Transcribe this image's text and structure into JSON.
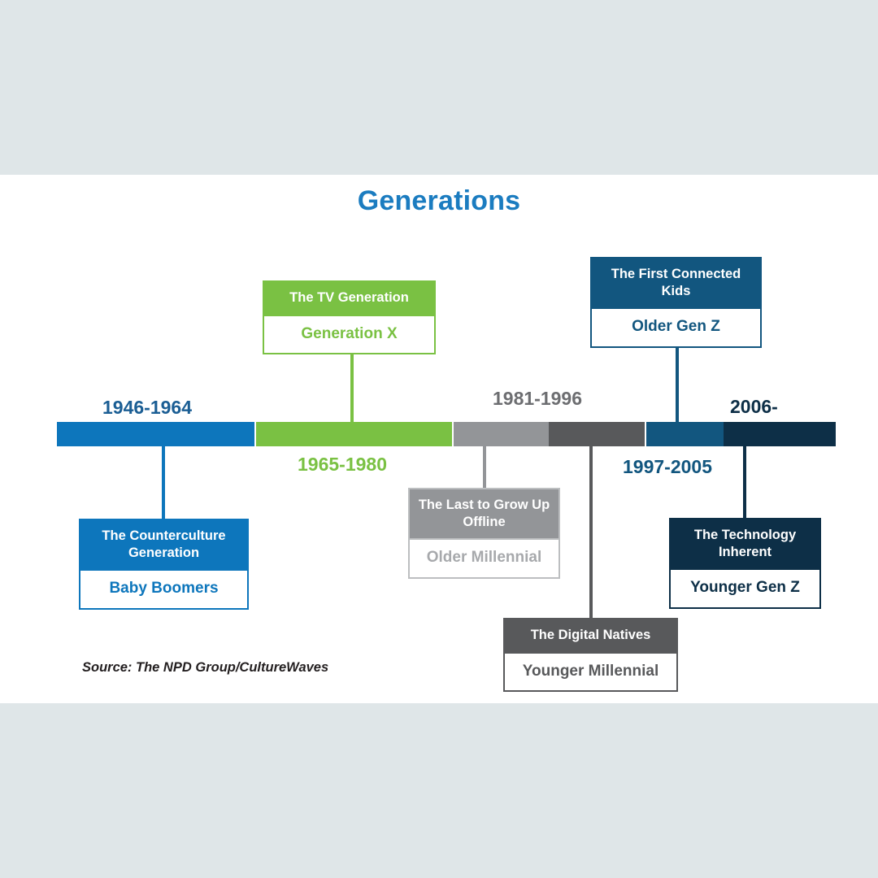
{
  "page": {
    "background_color": "#dfe6e8",
    "panel_color": "#ffffff"
  },
  "header": {
    "title": "Generations",
    "title_color": "#1b7cc0"
  },
  "footer": {
    "source": "Source: The NPD Group/CultureWaves"
  },
  "chart_data": {
    "type": "timeline",
    "title": "Generations",
    "xlabel": "",
    "ylabel": "",
    "grid": false,
    "legend": "none",
    "source": "Source: The NPD Group/CultureWaves",
    "categories": [
      "Baby Boomers",
      "Generation X",
      "Older Millennial",
      "Younger Millennial",
      "Older Gen Z",
      "Younger Gen Z"
    ],
    "segments": [
      {
        "id": "baby-boomers",
        "years": "1946-1964",
        "year_start": 1946,
        "year_end": 1964,
        "tagline": "The Counterculture Generation",
        "name": "Baby Boomers",
        "color": "#0d76bc",
        "text_color": "#0d76bc",
        "year_label_color": "#1b5e94",
        "year_label_position": "above",
        "callout_position": "below"
      },
      {
        "id": "generation-x",
        "years": "1965-1980",
        "year_start": 1965,
        "year_end": 1980,
        "tagline": "The TV Generation",
        "name": "Generation X",
        "color": "#7ac143",
        "text_color": "#7ac143",
        "year_label_color": "#7ac143",
        "year_label_position": "below",
        "callout_position": "above"
      },
      {
        "id": "older-millennial",
        "years": "1981-1996",
        "year_start": 1981,
        "year_end": 1996,
        "tagline": "The Last to Grow Up Offline",
        "name": "Older Millennial",
        "color": "#939598",
        "text_color": "#a7a9ac",
        "year_label_color": "#6d6e71",
        "year_label_position": "above",
        "callout_position": "below"
      },
      {
        "id": "younger-millennial",
        "years": "",
        "tagline": "The Digital Natives",
        "name": "Younger Millennial",
        "color": "#58595b",
        "text_color": "#58595b",
        "year_label_color": "#58595b",
        "year_label_position": "none",
        "callout_position": "below"
      },
      {
        "id": "older-gen-z",
        "years": "1997-2005",
        "year_start": 1997,
        "year_end": 2005,
        "tagline": "The First Connected Kids",
        "name": "Older Gen Z",
        "color": "#12567f",
        "text_color": "#12567f",
        "year_label_color": "#12567f",
        "year_label_position": "below",
        "callout_position": "above"
      },
      {
        "id": "younger-gen-z",
        "years": "2006-",
        "year_start": 2006,
        "year_end": null,
        "tagline": "The Technology Inherent",
        "name": "Younger Gen Z",
        "color": "#0d2f47",
        "text_color": "#0d2f47",
        "year_label_color": "#0d2f47",
        "year_label_position": "above",
        "callout_position": "below"
      }
    ]
  },
  "timeline": {
    "bar_segments": [
      {
        "label": "1946-1964",
        "color": "#0d76bc"
      },
      {
        "label": "1965-1980",
        "color": "#7ac143"
      },
      {
        "label": "1981-1996",
        "color": "#939598"
      },
      {
        "label": "",
        "color": "#58595b"
      },
      {
        "label": "1997-2005",
        "color": "#12567f"
      },
      {
        "label": "2006-",
        "color": "#0d2f47"
      }
    ],
    "year_labels": {
      "boomers": "1946-1964",
      "genx": "1965-1980",
      "older_millennial": "1981-1996",
      "older_genz": "1997-2005",
      "younger_genz": "2006-"
    }
  },
  "callouts": {
    "boomers": {
      "tagline": "The Counterculture Generation",
      "name": "Baby Boomers"
    },
    "genx": {
      "tagline": "The TV Generation",
      "name": "Generation X"
    },
    "older_millennial": {
      "tagline": "The Last to Grow Up Offline",
      "name": "Older Millennial"
    },
    "younger_millennial": {
      "tagline": "The Digital Natives",
      "name": "Younger Millennial"
    },
    "older_genz": {
      "tagline": "The First Connected Kids",
      "name": "Older Gen Z"
    },
    "younger_genz": {
      "tagline": "The Technology Inherent",
      "name": "Younger Gen Z"
    }
  }
}
